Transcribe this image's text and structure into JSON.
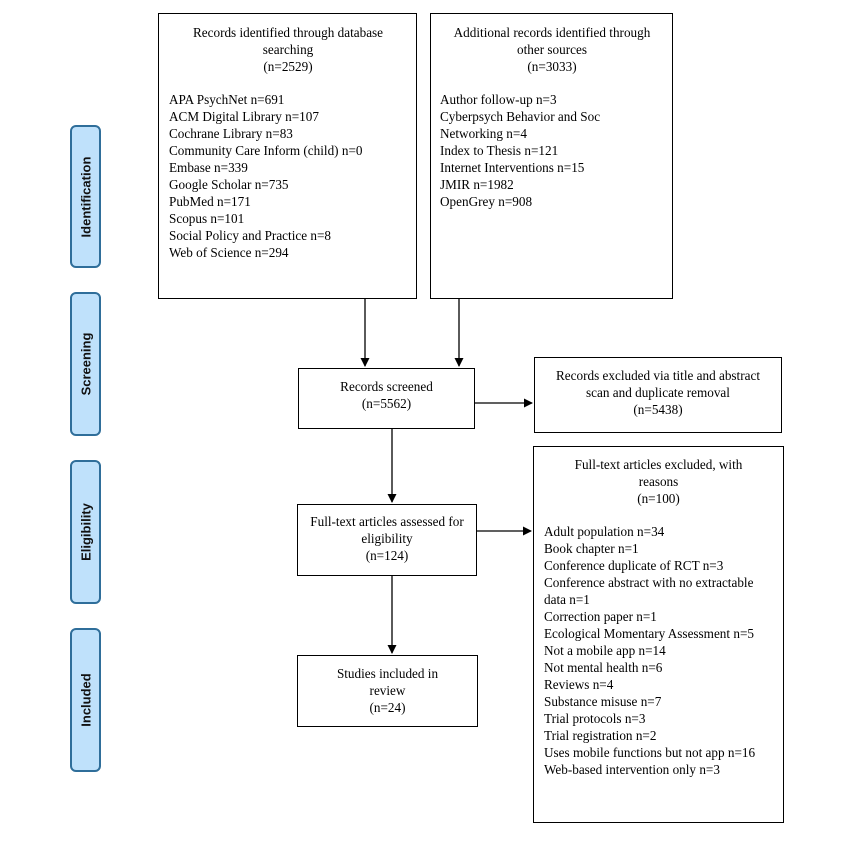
{
  "stages": [
    "Identification",
    "Screening",
    "Eligibility",
    "Included"
  ],
  "database_search": {
    "title": "Records identified through database searching",
    "count": "(n=2529)",
    "items": [
      "APA PsychNet n=691",
      "ACM Digital Library n=107",
      "Cochrane Library n=83",
      "Community Care Inform (child) n=0",
      "Embase n=339",
      "Google Scholar n=735",
      "PubMed n=171",
      "Scopus n=101",
      "Social Policy and Practice n=8",
      "Web of Science n=294"
    ]
  },
  "other_sources": {
    "title": "Additional records identified through other sources",
    "count": "(n=3033)",
    "items": [
      "Author follow-up n=3",
      "Cyberpsych Behavior and Soc Networking n=4",
      "Index to Thesis n=121",
      "Internet Interventions n=15",
      "JMIR n=1982",
      "OpenGrey n=908"
    ]
  },
  "screened": {
    "title": "Records screened",
    "count": "(n=5562)"
  },
  "excluded_screening": {
    "title": "Records excluded via title and abstract scan and duplicate removal",
    "count": "(n=5438)"
  },
  "eligibility": {
    "title": "Full-text articles assessed for eligibility",
    "count": "(n=124)"
  },
  "excluded_fulltext": {
    "title": "Full-text articles excluded, with reasons",
    "count": "(n=100)",
    "items": [
      "Adult population n=34",
      "Book chapter n=1",
      "Conference duplicate of RCT n=3",
      "Conference abstract with no extractable data n=1",
      "Correction paper n=1",
      "Ecological Momentary Assessment n=5",
      "Not a mobile app n=14",
      "Not mental health n=6",
      "Reviews n=4",
      "Substance misuse n=7",
      "Trial protocols n=3",
      "Trial registration n=2",
      "Uses mobile functions but not app n=16",
      "Web-based intervention only n=3"
    ]
  },
  "included": {
    "title": "Studies included in review",
    "count": "(n=24)"
  }
}
